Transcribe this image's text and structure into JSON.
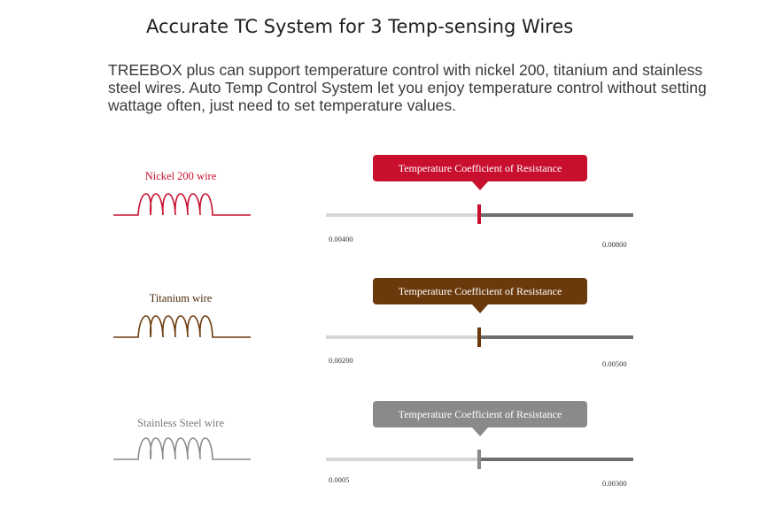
{
  "page": {
    "title": "Accurate TC System for 3 Temp-sensing Wires",
    "description": "TREEBOX plus can support temperature control with nickel 200, titanium and stainless steel wires. Auto Temp Control System let you enjoy temperature control without setting wattage often, just need to set temperature values."
  },
  "wires": [
    {
      "label": "Nickel  200 wire",
      "color": "#c8102e",
      "tooltip": "Temperature Coefficient of Resistance",
      "min": "0.00400",
      "max": "0.00800"
    },
    {
      "label": "Titanium wire",
      "color": "#6b3a0c",
      "tooltip": "Temperature Coefficient of Resistance",
      "min": "0.00200",
      "max": "0.00500"
    },
    {
      "label": "Stainless Steel wire",
      "color": "#8a8a8a",
      "tooltip": "Temperature Coefficient of Resistance",
      "min": "0.0005",
      "max": "0.00300"
    }
  ]
}
